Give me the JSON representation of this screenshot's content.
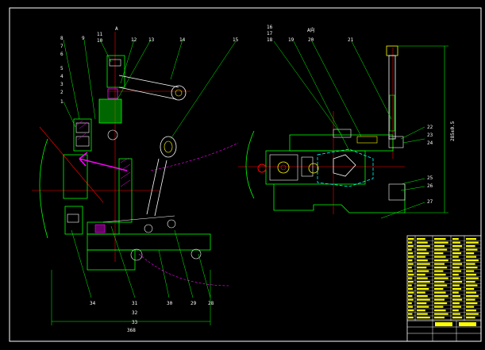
{
  "drawing": {
    "front_view_labels": {
      "p1": "1",
      "p2": "2",
      "p3": "3",
      "p4": "4",
      "p5": "5",
      "p6": "6",
      "p7": "7",
      "p8": "8",
      "p9": "9",
      "p10": "10",
      "p11": "11",
      "p12": "12",
      "p13": "13",
      "p14": "14",
      "p15": "15",
      "p16": "16",
      "p17": "17",
      "p18": "18",
      "p28": "28",
      "p29": "29",
      "p30": "30",
      "p31": "31",
      "p32": "32",
      "p33": "33",
      "p34": "34"
    },
    "side_view_labels": {
      "q16": "16",
      "q17": "17",
      "q18": "18",
      "q19": "19",
      "q20": "20",
      "q21": "21",
      "q22": "22",
      "q23": "23",
      "q24": "24",
      "q25": "25",
      "q26": "26",
      "q27": "27"
    },
    "view_marks": {
      "front_arrow": "A",
      "side_arrow": "A向"
    },
    "dimensions": {
      "bottom_width": "368",
      "side_height": "285±0.5"
    }
  },
  "colors": {
    "border": "#ffffff",
    "outline": "#00ff00",
    "centerline": "#ff0000",
    "hidden": "#00ffff",
    "hatch": "#ff00ff",
    "thread": "#ffff00",
    "background": "#000000"
  },
  "title_block": {
    "rows": [
      "",
      "",
      "",
      "",
      "",
      "",
      "",
      "",
      "",
      "",
      "",
      "",
      "",
      "",
      "",
      "",
      "",
      "",
      "",
      "",
      "",
      "",
      ""
    ]
  }
}
